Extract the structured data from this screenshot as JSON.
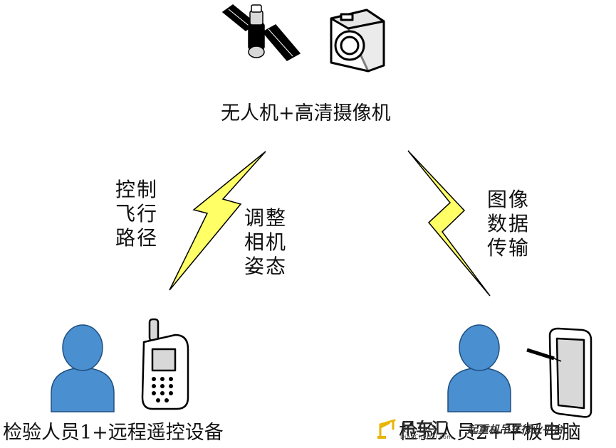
{
  "nodes": {
    "top": "无人机+高清摄像机",
    "left": "检验人员1+远程遥控设备",
    "right": "检验人员2+平板电脑"
  },
  "links": {
    "left_outer": [
      "控制",
      "飞行",
      "路径"
    ],
    "left_inner": [
      "调整",
      "相机",
      "姿态"
    ],
    "right": [
      "图像",
      "数据",
      "传输"
    ]
  },
  "watermark": {
    "name": "吊车汇",
    "domain": "DiaoCheHui.com",
    "slogan": "起重机吊车行业平台"
  },
  "colors": {
    "bolt_fill": "#ffff66",
    "person": "#4a8fd0",
    "person_outline": "#1f4f80",
    "icon_grey": "#d8d8d8",
    "watermark_accent": "#e8b400"
  },
  "icons": {
    "satellite": "satellite-icon",
    "camera": "camera-icon",
    "person_left": "person-icon",
    "phone": "mobile-phone-icon",
    "person_right": "person-icon",
    "tablet": "tablet-icon",
    "logo": "crane-logo-icon"
  }
}
